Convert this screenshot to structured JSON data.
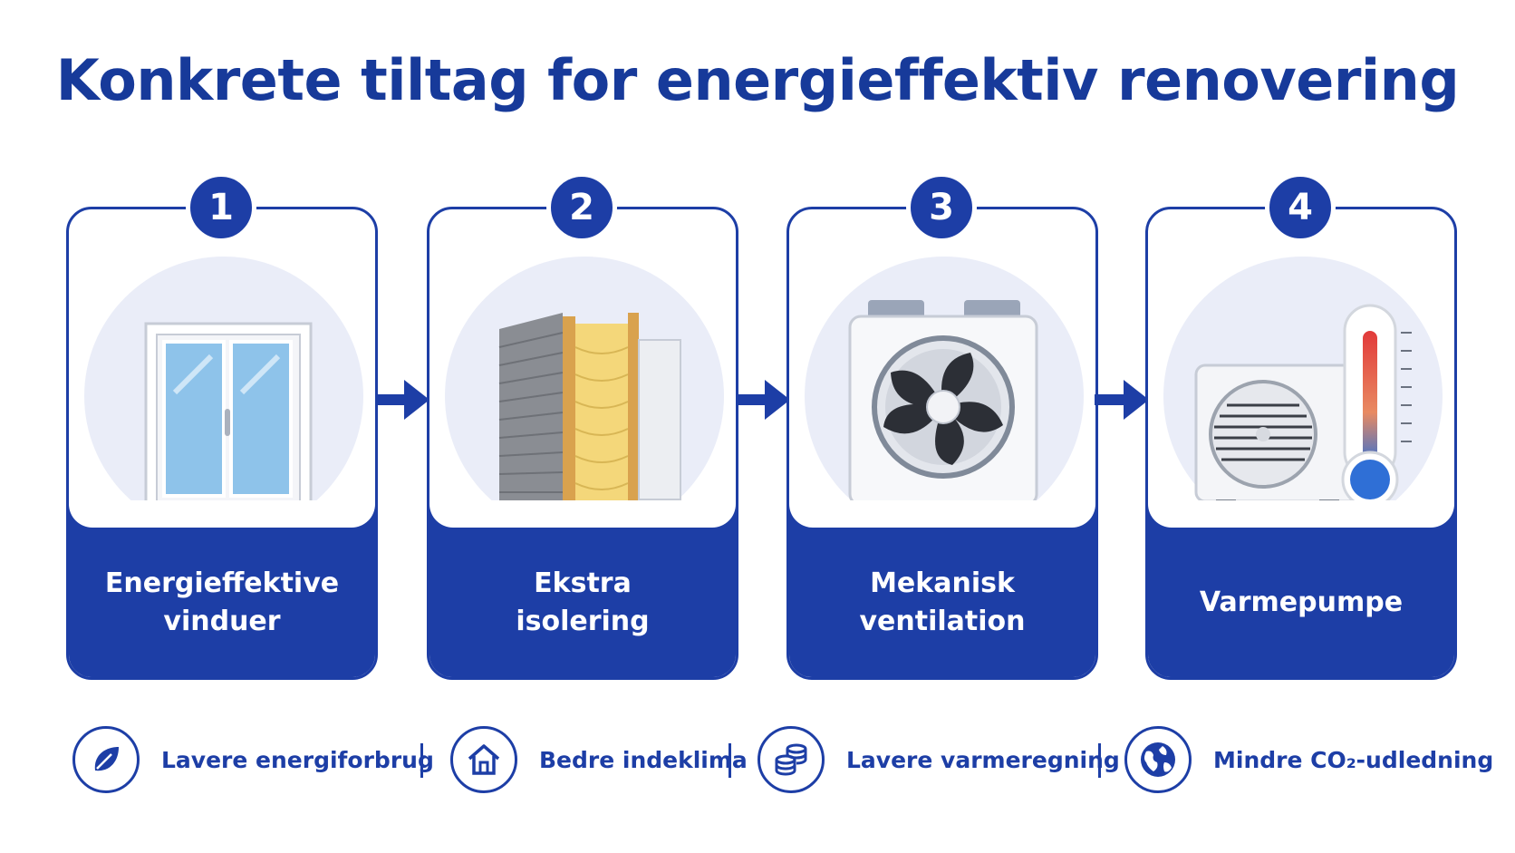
{
  "title": "Konkrete tiltag for energieffektiv renovering",
  "steps": [
    {
      "number": "1",
      "label": "Energieffektive\nvinduer",
      "icon": "window-icon"
    },
    {
      "number": "2",
      "label": "Ekstra\nisolering",
      "icon": "insulation-wall-icon"
    },
    {
      "number": "3",
      "label": "Mekanisk\nventilation",
      "icon": "ventilation-unit-icon"
    },
    {
      "number": "4",
      "label": "Varmepumpe",
      "icon": "heat-pump-icon"
    }
  ],
  "benefits": [
    {
      "label": "Lavere energiforbrug",
      "icon": "leaf-icon"
    },
    {
      "label": "Bedre indeklima",
      "icon": "house-icon"
    },
    {
      "label": "Lavere varmeregning",
      "icon": "coins-icon"
    },
    {
      "label": "Mindre CO₂-udledning",
      "icon": "globe-icon"
    }
  ],
  "colors": {
    "primary": "#1d3ea6",
    "title": "#173a9a",
    "halo": "#eaedf8"
  }
}
